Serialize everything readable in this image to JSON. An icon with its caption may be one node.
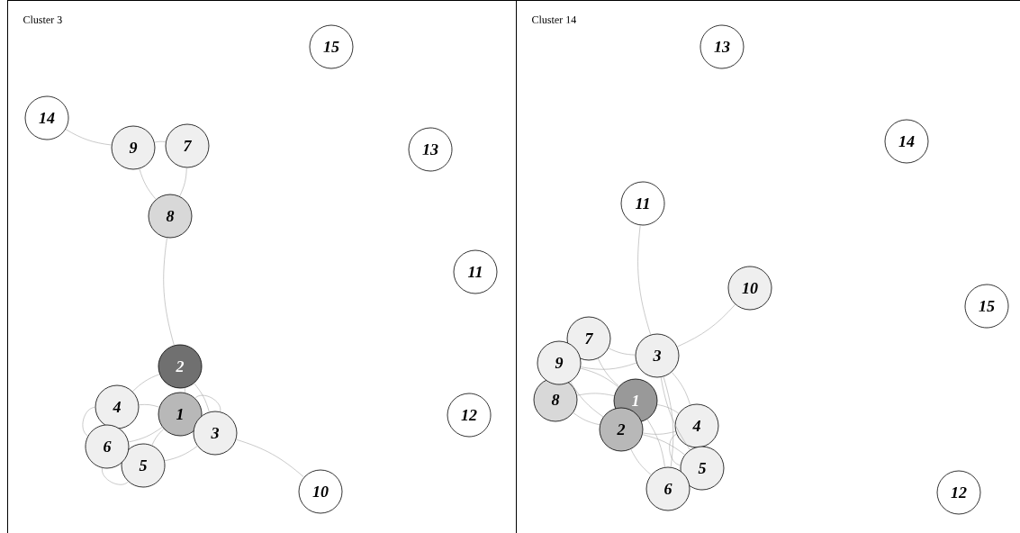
{
  "diagram": {
    "nodes": [
      {
        "text": [
          "Cluster 3"
        ]
      },
      {
        "text": [
          "1"
        ],
        "in": 0
      },
      {
        "text": [
          "2"
        ],
        "in": 0
      },
      {
        "text": [
          "3"
        ],
        "in": 0
      },
      {
        "text": [
          "4"
        ],
        "in": 0
      },
      {
        "text": [
          "5"
        ],
        "in": 0
      },
      {
        "text": [
          "6"
        ],
        "in": 0
      },
      {
        "text": [
          "7"
        ],
        "in": 0
      },
      {
        "text": [
          "8"
        ],
        "in": 0
      },
      {
        "text": [
          "9"
        ],
        "in": 0
      },
      {
        "text": [
          "10"
        ],
        "in": 0
      },
      {
        "text": [
          "11"
        ],
        "in": 0
      },
      {
        "text": [
          "12"
        ],
        "in": 0
      },
      {
        "text": [
          "13"
        ],
        "in": 0
      },
      {
        "text": [
          "14"
        ],
        "in": 0
      },
      {
        "text": [
          "15"
        ],
        "in": 0
      },
      {
        "text": [
          "Cluster 14"
        ]
      },
      {
        "text": [
          "1"
        ],
        "in": 16
      },
      {
        "text": [
          "2"
        ],
        "in": 16
      },
      {
        "text": [
          "3"
        ],
        "in": 16
      },
      {
        "text": [
          "4"
        ],
        "in": 16
      },
      {
        "text": [
          "5"
        ],
        "in": 16
      },
      {
        "text": [
          "6"
        ],
        "in": 16
      },
      {
        "text": [
          "7"
        ],
        "in": 16
      },
      {
        "text": [
          "8"
        ],
        "in": 16
      },
      {
        "text": [
          "9"
        ],
        "in": 16
      },
      {
        "text": [
          "10"
        ],
        "in": 16
      },
      {
        "text": [
          "11"
        ],
        "in": 16
      },
      {
        "text": [
          "12"
        ],
        "in": 16
      },
      {
        "text": [
          "13"
        ],
        "in": 16
      },
      {
        "text": [
          "14"
        ],
        "in": 16
      },
      {
        "text": [
          "15"
        ],
        "in": 16
      }
    ],
    "edges": [
      {
        "from": 14,
        "to": 9,
        "arrow": "none"
      },
      {
        "from": 9,
        "to": 7,
        "arrow": "none"
      },
      {
        "from": 9,
        "to": 8,
        "arrow": "none"
      },
      {
        "from": 7,
        "to": 8,
        "arrow": "none"
      },
      {
        "from": 8,
        "to": 2,
        "arrow": "none"
      },
      {
        "from": 2,
        "to": 1,
        "arrow": "none"
      },
      {
        "from": 2,
        "to": 4,
        "arrow": "none"
      },
      {
        "from": 2,
        "to": 3,
        "arrow": "none"
      },
      {
        "from": 1,
        "to": 4,
        "arrow": "none"
      },
      {
        "from": 1,
        "to": 6,
        "arrow": "none"
      },
      {
        "from": 1,
        "to": 5,
        "arrow": "none"
      },
      {
        "from": 1,
        "to": 3,
        "arrow": "none"
      },
      {
        "from": 4,
        "to": 6,
        "arrow": "none"
      },
      {
        "from": 6,
        "to": 5,
        "arrow": "none"
      },
      {
        "from": 5,
        "to": 3,
        "arrow": "none"
      },
      {
        "from": 3,
        "to": 10,
        "arrow": "none"
      },
      {
        "from": 27,
        "to": 19,
        "arrow": "none"
      },
      {
        "from": 26,
        "to": 19,
        "arrow": "none"
      },
      {
        "from": 23,
        "to": 19,
        "arrow": "none"
      },
      {
        "from": 25,
        "to": 19,
        "arrow": "none"
      },
      {
        "from": 23,
        "to": 17,
        "arrow": "none"
      },
      {
        "from": 25,
        "to": 17,
        "arrow": "none"
      },
      {
        "from": 25,
        "to": 18,
        "arrow": "none"
      },
      {
        "from": 24,
        "to": 17,
        "arrow": "none"
      },
      {
        "from": 24,
        "to": 18,
        "arrow": "none"
      },
      {
        "from": 19,
        "to": 20,
        "arrow": "none"
      },
      {
        "from": 19,
        "to": 21,
        "arrow": "none"
      },
      {
        "from": 17,
        "to": 20,
        "arrow": "none"
      },
      {
        "from": 18,
        "to": 20,
        "arrow": "none"
      },
      {
        "from": 18,
        "to": 21,
        "arrow": "none"
      },
      {
        "from": 18,
        "to": 22,
        "arrow": "none"
      },
      {
        "from": 17,
        "to": 22,
        "arrow": "none"
      },
      {
        "from": 20,
        "to": 21,
        "arrow": "none"
      },
      {
        "from": 19,
        "to": 22,
        "arrow": "none"
      }
    ]
  }
}
